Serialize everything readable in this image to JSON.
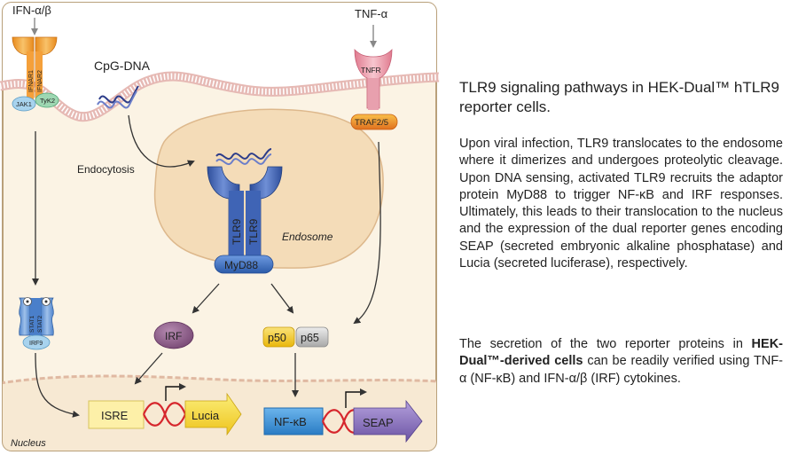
{
  "diagram": {
    "ligands": {
      "ifn": "IFN-α/β",
      "tnf": "TNF-α",
      "cpg": "CpG-DNA"
    },
    "receptors": {
      "ifnar1": "IFNAR1",
      "ifnar2": "IFNAR2",
      "jak1": "JAK1",
      "tyk2": "TyK2",
      "tnfr": "TNFR",
      "traf": "TRAF2/5",
      "tlr9_left": "TLR9",
      "tlr9_right": "TLR9"
    },
    "compartments": {
      "endocytosis": "Endocytosis",
      "endosome": "Endosome",
      "nucleus": "Nucleus"
    },
    "signaling": {
      "myd88": "MyD88",
      "irf": "IRF",
      "p50": "p50",
      "p65": "p65",
      "stat1": "STAT1",
      "stat2": "STAT2",
      "irf9": "IRF9"
    },
    "promoters": {
      "isre": "ISRE",
      "lucia": "Lucia",
      "nfkb": "NF-κB",
      "seap": "SEAP"
    }
  },
  "caption": {
    "title": "TLR9 signaling pathways in HEK-Dual™ hTLR9 reporter cells.",
    "paragraph1": "Upon viral infection, TLR9 translocates to the endosome where it dimerizes and undergoes proteolytic cleavage. Upon DNA sensing, activated TLR9 recruits the adaptor protein MyD88 to trigger NF-κB and IRF responses. Ultimately, this leads to their translocation to the nucleus and the expression of the dual reporter genes encoding SEAP (secreted embryonic alkaline phosphatase) and Lucia (secreted luciferase), respectively.",
    "paragraph2_pre": "The secretion of the two reporter proteins in ",
    "paragraph2_bold": "HEK-Dual™-derived cells",
    "paragraph2_post": " can be readily verified using TNF-α (NF-κB) and IFN-α/β (IRF) cytokines."
  },
  "colors": {
    "cytoplasm": "#fbf3e4",
    "border": "#b9a07a",
    "membrane": "#e6b9b4",
    "endosome": "#f4dcb8",
    "nucleus": "#f7e9d3",
    "tlr9": "#3f64b5",
    "myd88": "#2f63b8",
    "ifnar": "#f2a13a",
    "tnfr": "#e0899a",
    "traf": "#f0902c",
    "irf": "#8e5a8a",
    "p50": "#f5cf2e",
    "p65": "#c9c9c9",
    "isre": "#fdf0a8",
    "lucia": "#f6dc3c",
    "nfkb": "#3a8fd6",
    "seap": "#8870b8",
    "dna_loop": "#d6262c"
  }
}
